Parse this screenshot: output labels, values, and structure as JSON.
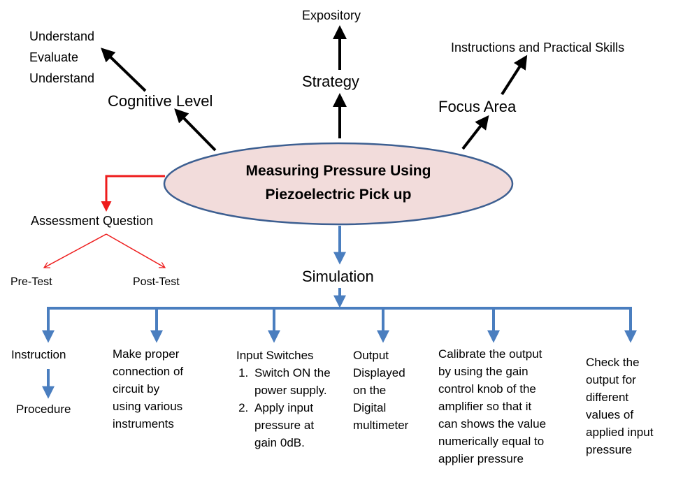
{
  "center": {
    "line1": "Measuring Pressure Using",
    "line2": "Piezoelectric Pick up"
  },
  "cognitive": {
    "label": "Cognitive Level",
    "items": [
      "Understand",
      "Evaluate",
      "Understand"
    ]
  },
  "strategy": {
    "label": "Strategy",
    "value": "Expository"
  },
  "focus": {
    "label": "Focus Area",
    "value": "Instructions and Practical Skills"
  },
  "assessment": {
    "label": "Assessment Question",
    "pre": "Pre-Test",
    "post": "Post-Test"
  },
  "simulation": {
    "label": "Simulation",
    "instruction": "Instruction",
    "procedure": "Procedure",
    "connection": [
      "Make proper",
      "connection of",
      "circuit by",
      "using various",
      "instruments"
    ],
    "input_title": "Input Switches",
    "input_steps": [
      [
        "Switch ON the",
        "power supply."
      ],
      [
        "Apply input",
        "pressure at",
        "gain 0dB."
      ]
    ],
    "output": [
      "Output",
      "Displayed",
      "on the",
      "Digital",
      "multimeter"
    ],
    "calibrate": [
      "Calibrate the output",
      "by using the gain",
      "control knob of the",
      "amplifier  so that it",
      "can shows the value",
      "numerically equal to",
      "applier pressure"
    ],
    "check": [
      "Check the",
      "output for",
      "different",
      "values of",
      "applied input",
      "pressure"
    ]
  },
  "colors": {
    "ellipse_fill": "#f2dcdb",
    "ellipse_stroke": "#3d5f91",
    "blue": "#4a7ebf",
    "red": "#ee1c1c",
    "black": "#000000"
  }
}
